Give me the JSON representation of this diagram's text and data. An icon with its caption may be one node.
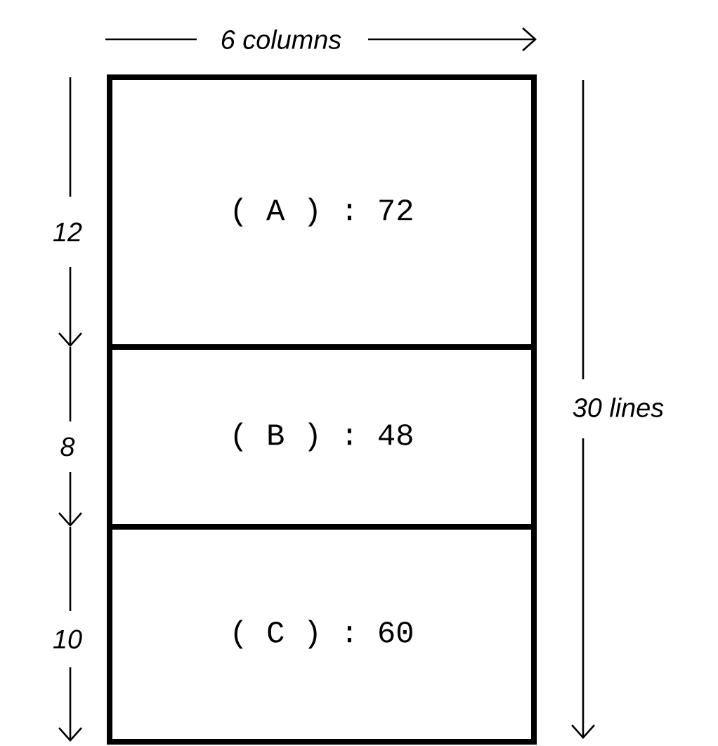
{
  "diagram": {
    "nodes": [
      {
        "text": [
          "( A ) : 72"
        ]
      },
      {
        "text": [
          "( B ) : 48"
        ]
      },
      {
        "text": [
          "( C ) : 60"
        ]
      }
    ],
    "labels": [
      "6 columns",
      "12",
      "30 lines",
      "8",
      "10"
    ]
  }
}
